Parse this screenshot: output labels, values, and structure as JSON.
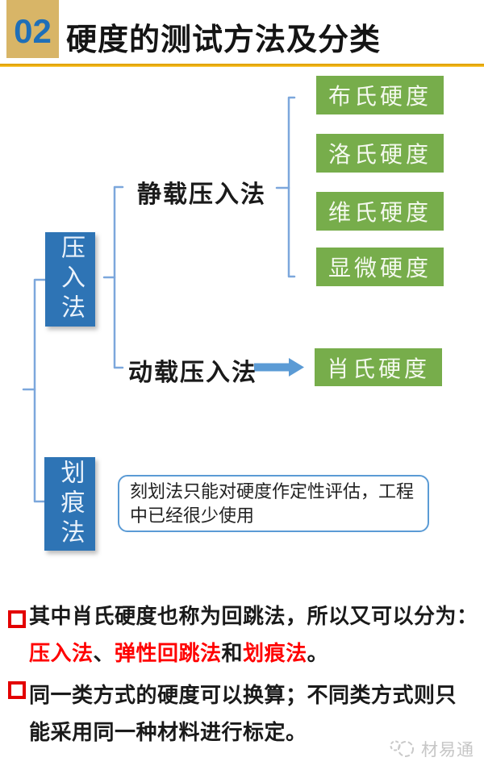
{
  "header": {
    "number": "02",
    "title": "硬度的测试方法及分类"
  },
  "diagram": {
    "root_nodes": [
      {
        "label": "压入法"
      },
      {
        "label": "划痕法"
      }
    ],
    "branches": [
      {
        "label": "静载压入法"
      },
      {
        "label": "动载压入法"
      }
    ],
    "leaves": [
      "布氏硬度",
      "洛氏硬度",
      "维氏硬度",
      "显微硬度",
      "肖氏硬度"
    ],
    "note": {
      "lines": [
        "刻划法只能对硬度作定性评估，工程",
        "中已经很少使用"
      ]
    }
  },
  "bullets": [
    {
      "line1": "其中肖氏硬度也称为回跳法，所以又可以分为：",
      "line2_parts": [
        "压入法",
        "、",
        "弹性回跳法",
        "和",
        "划痕法",
        "。"
      ]
    },
    {
      "line1": "同一类方式的硬度可以换算；不同类方式则只",
      "line2": "能采用同一种材料进行标定。"
    }
  ],
  "watermark": {
    "text": "材易通"
  },
  "colors": {
    "accent-blue": "#2E74B5",
    "accent-green": "#77AD4B",
    "connector-blue": "#7CA7DC",
    "arrow-blue": "#5B9BD5",
    "gold": "#D8B567",
    "gold-line": "#EDAD0C",
    "number-blue": "#1F6FB8",
    "bullet-red": "#E30000",
    "text-red": "#FF0000",
    "watermark-gray": "#C6C6C6"
  }
}
